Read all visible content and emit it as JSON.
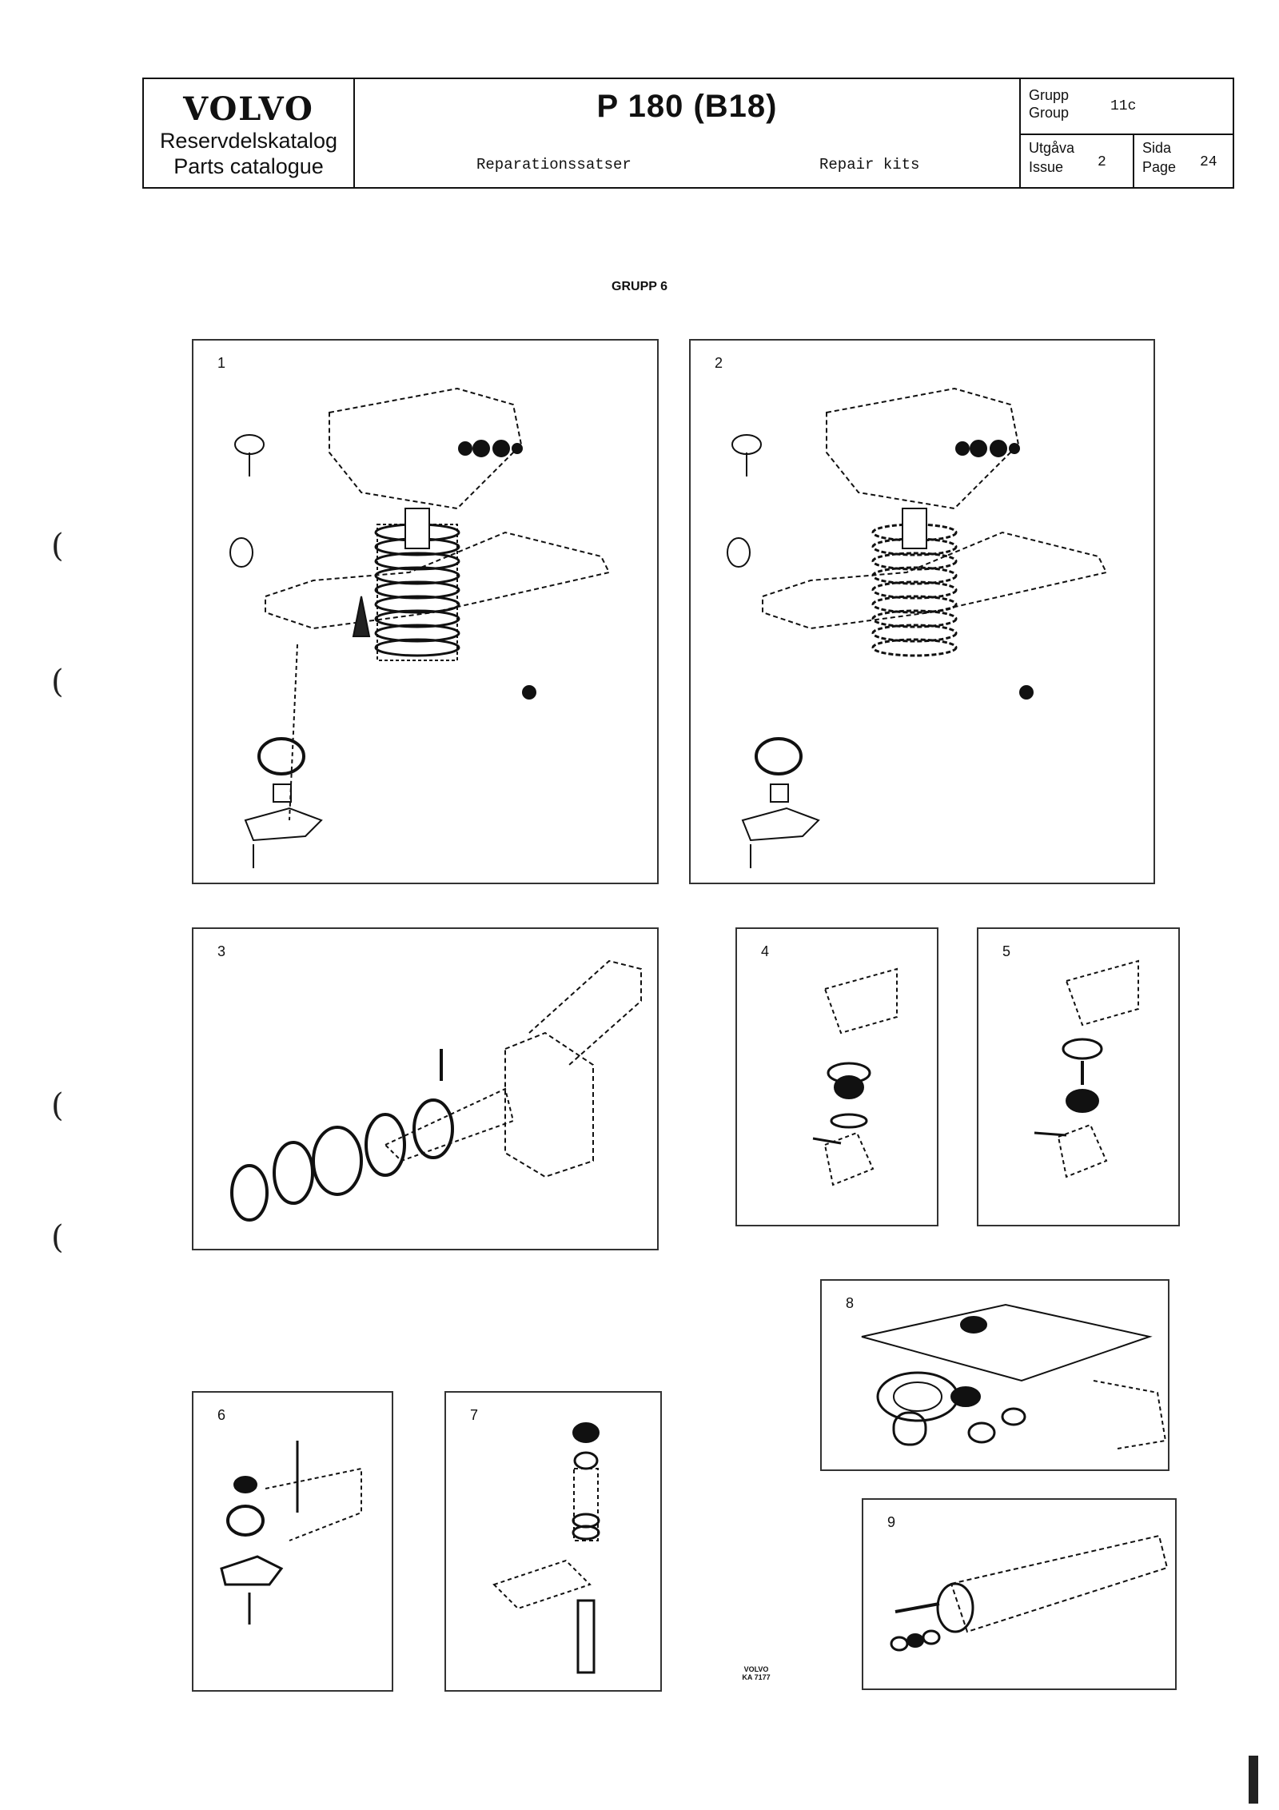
{
  "header": {
    "brand": "VOLVO",
    "catalog_sv": "Reservdelskatalog",
    "catalog_en": "Parts catalogue",
    "model": "P 180 (B18)",
    "subtitle_sv": "Reparationssatser",
    "subtitle_en": "Repair kits",
    "grupp_label": "Grupp",
    "group_label": "Group",
    "group_value": "11c",
    "utgava_label": "Utgåva",
    "issue_label": "Issue",
    "issue_value": "2",
    "sida_label": "Sida",
    "page_label": "Page",
    "page_value": "24"
  },
  "section_title": "GRUPP 6",
  "panels": [
    {
      "number": "1",
      "content": "front-suspension-exploded"
    },
    {
      "number": "2",
      "content": "front-suspension-exploded"
    },
    {
      "number": "3",
      "content": "wheel-bearings-and-stub-axle"
    },
    {
      "number": "4",
      "content": "upper-ball-joint"
    },
    {
      "number": "5",
      "content": "upper-ball-joint"
    },
    {
      "number": "6",
      "content": "lower-ball-joint"
    },
    {
      "number": "7",
      "content": "kingpin-bushing"
    },
    {
      "number": "8",
      "content": "gasket-set"
    },
    {
      "number": "9",
      "content": "shock-absorber-bushings"
    }
  ],
  "stamp": {
    "brand": "VOLVO",
    "code": "KA 7177"
  }
}
